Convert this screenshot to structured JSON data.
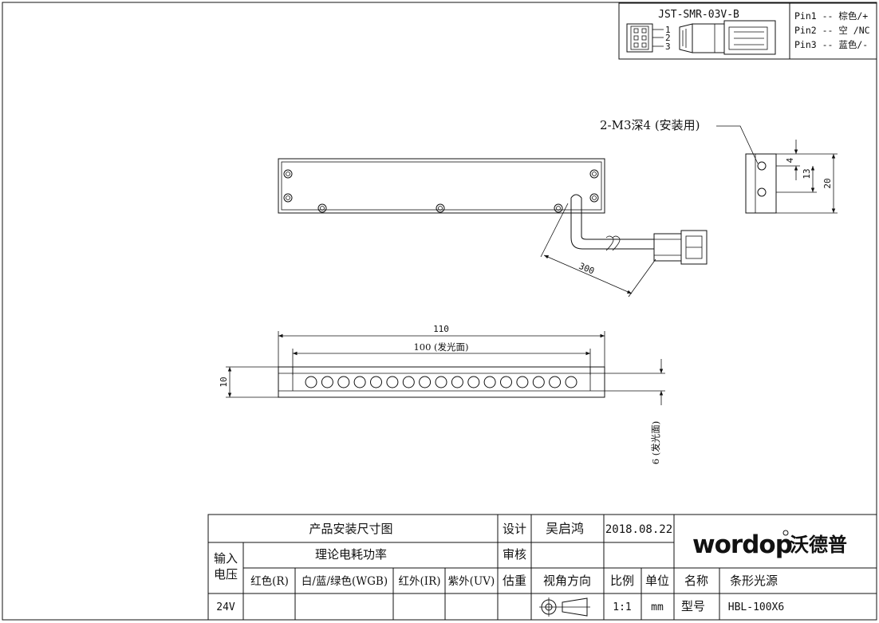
{
  "connector": {
    "part_number": "JST-SMR-03V-B",
    "pin_numbers": [
      "1",
      "2",
      "3"
    ],
    "pins": [
      "Pin1 -- 棕色/+",
      "Pin2 -- 空 /NC",
      "Pin3 -- 蓝色/-"
    ]
  },
  "mount_note": "2-M3深4 (安装用)",
  "dims": {
    "cable": "300",
    "d4": "4",
    "d13": "13",
    "d20": "20",
    "length": "110",
    "emit_length": "100 (发光面)",
    "height": "10",
    "emit_width": "6 (发光面)"
  },
  "led_count": 17,
  "title_block": {
    "drawing_title": "产品安装尺寸图",
    "design_label": "设计",
    "designer": "吴启鸿",
    "date": "2018.08.22",
    "review_label": "审核",
    "estimate_label": "估重",
    "power_label": "理论电耗功率",
    "input_label": "输入",
    "voltage_label": "电压",
    "col_red": "红色(R)",
    "col_wgb": "白/蓝/绿色(WGB)",
    "col_ir": "红外(IR)",
    "col_uv": "紫外(UV)",
    "view_label": "视角方向",
    "ratio_label": "比例",
    "unit_label": "单位",
    "name_label": "名称",
    "name_value": "条形光源",
    "voltage": "24V",
    "ratio": "1:1",
    "unit": "mm",
    "model_label": "型号",
    "model_value": "HBL-100X6"
  },
  "logo": {
    "latin": "wordop",
    "chinese": "沃德普"
  }
}
